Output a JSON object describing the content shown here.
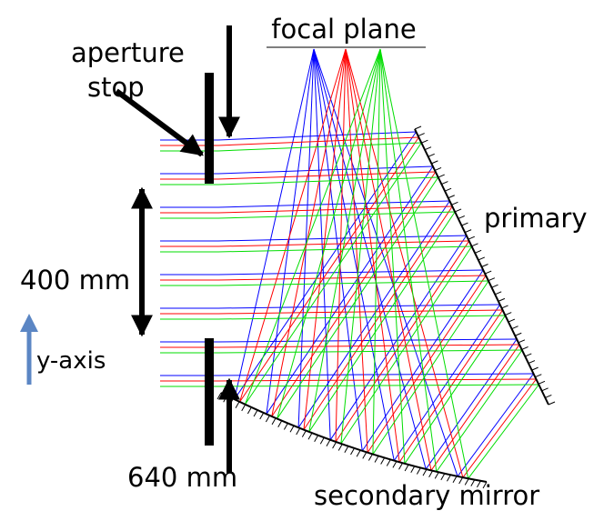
{
  "labels": {
    "focal_plane": "focal plane",
    "aperture_line1": "aperture",
    "aperture_line2": "stop",
    "primary": "primary",
    "dimension_400": "400 mm",
    "y_axis": "y-axis",
    "dimension_640": "640 mm",
    "secondary": "secondary mirror"
  },
  "colors": {
    "blue_field": "#0000ff",
    "red_field": "#ff0000",
    "green_field": "#00dd00",
    "y_axis_arrow": "#5b86c4",
    "structure": "#000000"
  }
}
